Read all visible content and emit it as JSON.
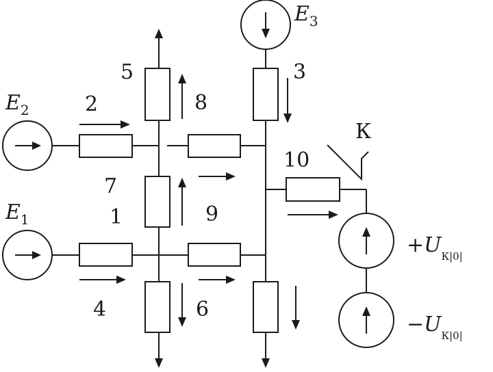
{
  "labels": {
    "r1": "1",
    "r2": "2",
    "r3": "3",
    "r4": "4",
    "r5": "5",
    "r6": "6",
    "r7": "7",
    "r8": "8",
    "r9": "9",
    "r10": "10",
    "fault": "К"
  },
  "sources": {
    "e1": {
      "symbol": "E",
      "index": "1"
    },
    "e2": {
      "symbol": "E",
      "index": "2"
    },
    "e3": {
      "symbol": "E",
      "index": "3"
    },
    "u_plus": {
      "sign": "+",
      "symbol": "U",
      "sub": "К|0|"
    },
    "u_minus": {
      "sign": "−",
      "symbol": "U",
      "sub": "К|0|"
    }
  },
  "colors": {
    "ink": "#1a1a1a",
    "background": "#ffffff"
  }
}
